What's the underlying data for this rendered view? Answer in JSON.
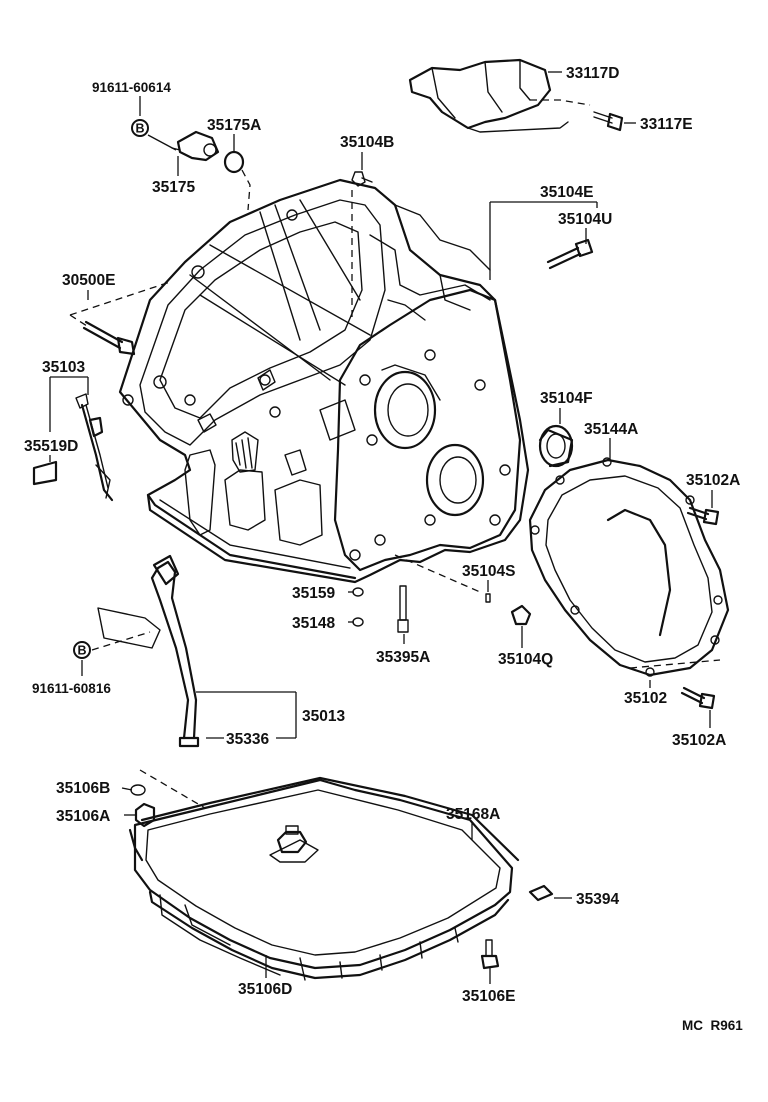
{
  "diagram": {
    "labels": {
      "l33117D": "33117D",
      "l33117E": "33117E",
      "l91611_60614": "91611-60614",
      "l35175A": "35175A",
      "l35175": "35175",
      "l35104B": "35104B",
      "l35104E": "35104E",
      "l35104U": "35104U",
      "l30500E": "30500E",
      "l35103": "35103",
      "l35519D": "35519D",
      "l35104F": "35104F",
      "l35144A": "35144A",
      "l35102A_top": "35102A",
      "l35159": "35159",
      "l35104S": "35104S",
      "l35148": "35148",
      "l35395A": "35395A",
      "l35104Q": "35104Q",
      "l35102": "35102",
      "l35102A_bottom": "35102A",
      "l91611_60816": "91611-60816",
      "l35013": "35013",
      "l35336": "35336",
      "l35106B": "35106B",
      "l35106A": "35106A",
      "l35168A": "35168A",
      "l35394": "35394",
      "l35106D": "35106D",
      "l35106E": "35106E"
    },
    "bolt_badges": {
      "badge_60614": "B",
      "badge_60816": "B"
    },
    "footer_code": "MC  R961"
  }
}
